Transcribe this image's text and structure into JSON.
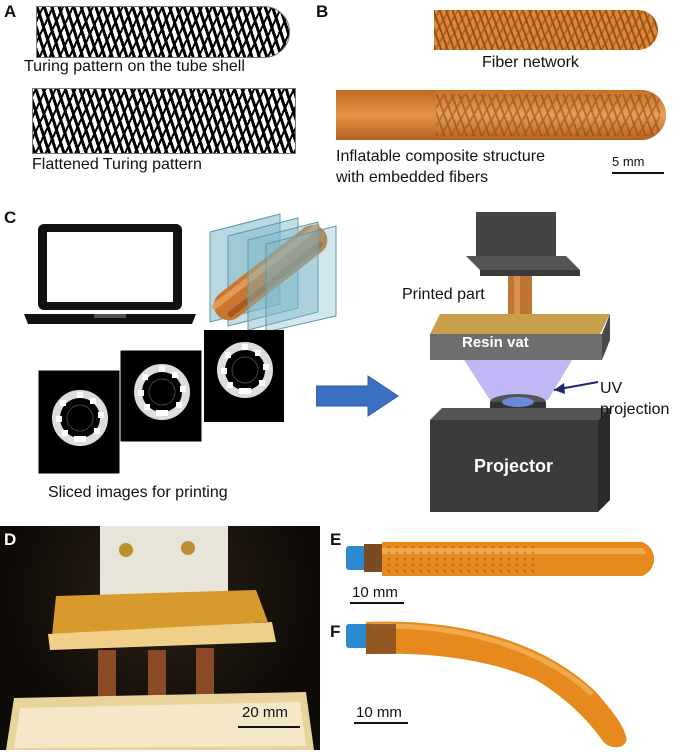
{
  "panels": {
    "a": {
      "letter": "A",
      "caption_top": "Turing pattern on the tube shell",
      "caption_bottom": "Flattened Turing pattern"
    },
    "b": {
      "letter": "B",
      "caption_top": "Fiber network",
      "caption_bottom_line1": "Inflatable composite structure",
      "caption_bottom_line2": "with embedded fibers",
      "scale": "5 mm"
    },
    "c": {
      "letter": "C",
      "sliced_caption": "Sliced images for printing",
      "printed_part": "Printed part",
      "resin_vat": "Resin vat",
      "uv_line1": "UV",
      "uv_line2": "projection",
      "projector": "Projector"
    },
    "d": {
      "letter": "D",
      "scale": "20 mm"
    },
    "e": {
      "letter": "E",
      "scale": "10 mm"
    },
    "f": {
      "letter": "F",
      "scale": "10 mm"
    }
  },
  "colors": {
    "fiber_orange": "#c8742c",
    "tube_orange": "#e08a2c",
    "uv_purple": "#8c7cf0",
    "arrow_blue": "#3a6fc4",
    "vat_gray": "#6e6e6e"
  }
}
